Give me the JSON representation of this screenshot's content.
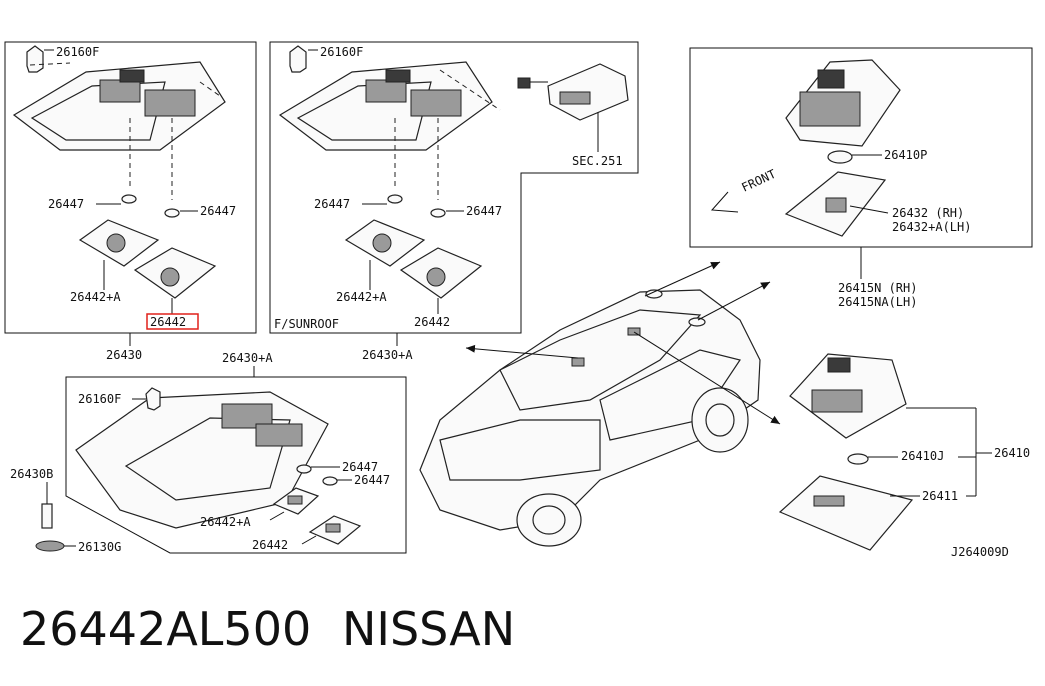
{
  "diagram": {
    "boxes": {
      "panel_1": {
        "labels": [
          "26160F",
          "26447",
          "26447",
          "26442+A",
          "26442"
        ],
        "assembly": "26430"
      },
      "panel_2": {
        "labels": [
          "26160F",
          "SEC.251",
          "26447",
          "26447",
          "26442+A",
          "26442"
        ],
        "variant": "F/SUNROOF",
        "assembly": "26430+A"
      },
      "panel_3": {
        "labels": [
          "26410P",
          "FRONT",
          "26432  (RH)",
          "26432+A(LH)"
        ],
        "sub_assembly": [
          "26415N (RH)",
          "26415NA(LH)"
        ]
      },
      "panel_4": {
        "assembly": "26430+A",
        "labels": [
          "26160F",
          "26430B",
          "26447",
          "26447",
          "26442+A",
          "26442",
          "26130G"
        ]
      },
      "panel_5": {
        "labels": [
          "26410J",
          "26410",
          "26411"
        ]
      }
    },
    "highlighted_part": "26442",
    "highlight_color": "#e0201a",
    "drawing_id": "J264009D"
  },
  "footer": {
    "part_number": "26442AL500",
    "brand": "NISSAN"
  }
}
